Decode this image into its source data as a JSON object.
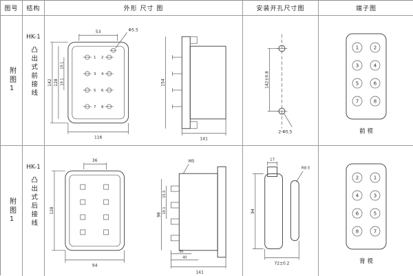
{
  "header": {
    "fig_no": "图号",
    "structure": "结构",
    "outline": "外形 尺寸 图",
    "mounting": "安装开孔尺寸图",
    "terminal": "端子图"
  },
  "rows": [
    {
      "fig_label": "附图1",
      "model": "HK-1",
      "struct_desc": "凸出式前接线",
      "outline": {
        "top_width": "53",
        "hole": "Φ5.5",
        "height_outer": "142",
        "height_inner": "128",
        "pitch_a": "19.1",
        "pitch_b": "19.1",
        "bottom_width": "116",
        "pin_numbers": [
          "1",
          "2",
          "3",
          "4",
          "5",
          "6",
          "7",
          "8"
        ],
        "side_height": "154",
        "side_depth": "141"
      },
      "mounting": {
        "hole_spacing": "142±0.8",
        "holes": "2-Φ5.5"
      },
      "terminal": {
        "rows": [
          [
            "1",
            "2"
          ],
          [
            "3",
            "4"
          ],
          [
            "5",
            "6"
          ],
          [
            "7",
            "8"
          ]
        ],
        "view": "前 视"
      }
    },
    {
      "fig_label": "附图1",
      "model": "HK-1",
      "struct_desc": "凸出式后接线",
      "outline": {
        "top_width": "36",
        "height": "128",
        "bottom_width": "94",
        "screw": "M5",
        "side_height": "98",
        "pitch_a": "15.5",
        "pitch_b": "19.1",
        "depth_a": "30",
        "depth_b": "40",
        "side_depth": "141"
      },
      "mounting": {
        "top_width": "17",
        "radius": "R8.5",
        "height": "94",
        "bottom_width": "72±0.2"
      },
      "terminal": {
        "rows": [
          [
            "2",
            "1"
          ],
          [
            "4",
            "3"
          ],
          [
            "6",
            "5"
          ],
          [
            "8",
            "7"
          ]
        ],
        "view": "背 视"
      }
    }
  ]
}
